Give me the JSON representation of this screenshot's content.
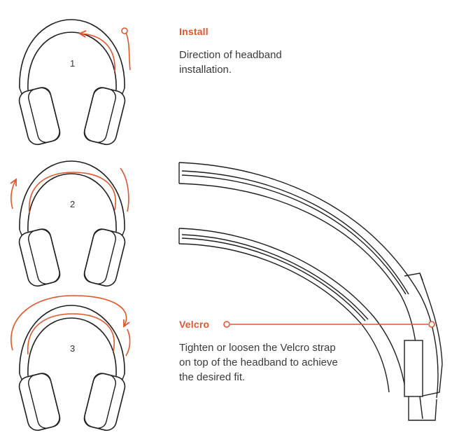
{
  "steps": [
    {
      "number": "1"
    },
    {
      "number": "2"
    },
    {
      "number": "3"
    }
  ],
  "install": {
    "title": "Install",
    "description_line1": "Direction of headband",
    "description_line2": "installation."
  },
  "velcro": {
    "title": "Velcro",
    "description_line1": "Tighten or loosen the Velcro strap",
    "description_line2": "on top of the headband to achieve",
    "description_line3": "the desired fit."
  },
  "colors": {
    "accent": "#e0562b",
    "line": "#1f1f1f",
    "text": "#3a3a3a"
  }
}
